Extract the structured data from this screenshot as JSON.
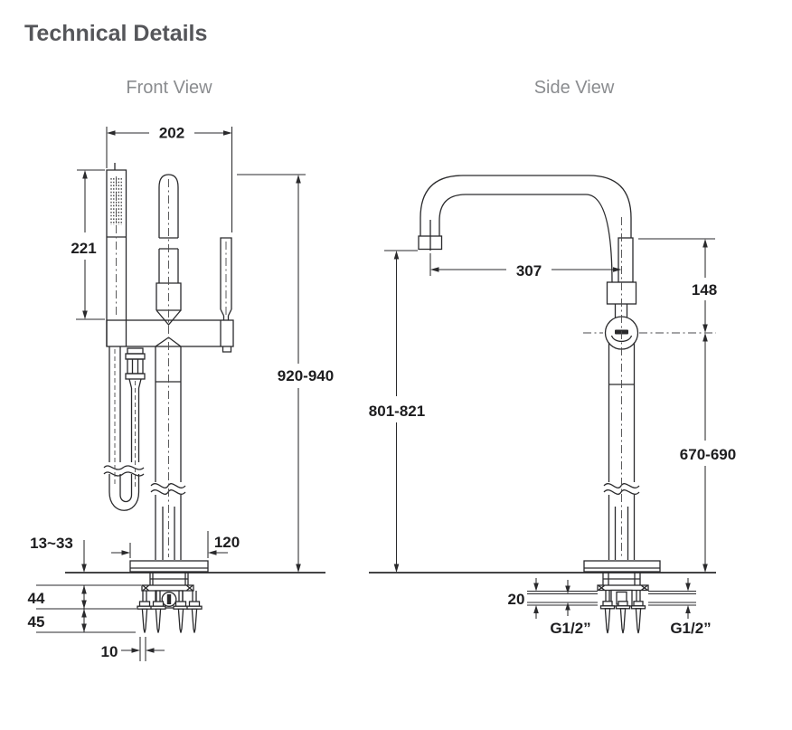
{
  "title": "Technical Details",
  "front_view": {
    "label": "Front View",
    "dimensions": {
      "overall_width": "202",
      "handshower_length": "221",
      "overall_height": "920-940",
      "floor_thickness": "13~33",
      "base_plate_width": "120",
      "underfloor_depth": "44",
      "screw_length": "45",
      "screw_width": "10"
    }
  },
  "side_view": {
    "label": "Side View",
    "dimensions": {
      "spout_reach": "307",
      "spout_to_joint_drop": "148",
      "spout_outlet_height": "801-821",
      "joint_height": "670-690",
      "mounting_plate_gap": "20",
      "inlet_thread_left": "G1/2”",
      "inlet_thread_right": "G1/2”"
    }
  },
  "colors": {
    "line": "#2a2a2c",
    "dimension_text": "#1d1d1f",
    "title_text": "#55565a",
    "view_label_text": "#8a8c8f",
    "background": "#ffffff"
  }
}
